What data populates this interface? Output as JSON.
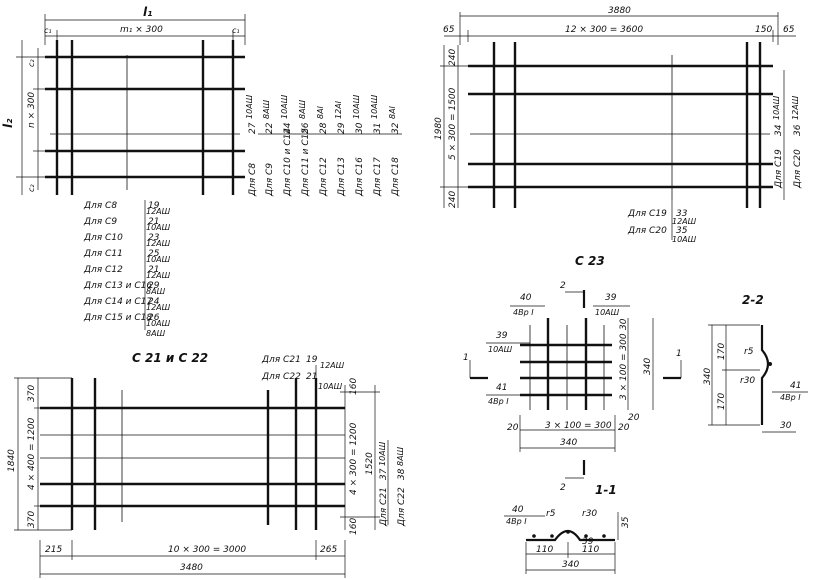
{
  "mesh_general": {
    "dims": {
      "l1": "l₁",
      "c1_left": "c₁",
      "c1_right": "c₁",
      "m1": "m₁ × 300",
      "l2": "l₂",
      "n300": "n × 300",
      "c2_top": "c₂",
      "c2_bot": "c₂"
    },
    "long_table": [
      {
        "label": "Для C8",
        "num": "19",
        "steel": "12AШ"
      },
      {
        "label": "Для C9",
        "num": "21",
        "steel": "10AШ"
      },
      {
        "label": "Для C10",
        "num": "23",
        "steel": "12AШ"
      },
      {
        "label": "Для C11",
        "num": "25",
        "steel": "10AШ"
      },
      {
        "label": "Для C12",
        "num": "21",
        "steel": "12AШ"
      },
      {
        "label": "Для C13 и C16",
        "num": "29",
        "steel": "8AШ"
      },
      {
        "label": "Для C14 и C17",
        "num": "24",
        "steel": "12AШ"
      },
      {
        "label": "Для C15 и C18",
        "num": "26",
        "steel": "10AШ"
      },
      {
        "label": "",
        "num": "",
        "steel": "8AШ"
      }
    ],
    "cross_table": [
      {
        "label": "Для C8",
        "num": "27",
        "steel": "10AШ"
      },
      {
        "label": "Для C9",
        "num": "22",
        "steel": "8AШ"
      },
      {
        "label": "Для C10 и C14",
        "num": "24",
        "steel": "10AШ"
      },
      {
        "label": "Для C11 и C15",
        "num": "26",
        "steel": "8AШ"
      },
      {
        "label": "Для C12",
        "num": "28",
        "steel": "8AІ"
      },
      {
        "label": "Для C13",
        "num": "29",
        "steel": "12AІ"
      },
      {
        "label": "Для C16",
        "num": "30",
        "steel": "10AШ"
      },
      {
        "label": "Для C17",
        "num": "31",
        "steel": "10AШ"
      },
      {
        "label": "Для C18",
        "num": "32",
        "steel": "8AІ"
      }
    ]
  },
  "mesh_c19_c20": {
    "dims": {
      "total": "3880",
      "left": "65",
      "right": "65",
      "spacing": "12 × 300 = 3600",
      "end": "150",
      "height": "1980",
      "top": "240",
      "bottom": "240",
      "mid": "5 × 300 = 1500"
    },
    "cross": [
      {
        "label": "Для C19",
        "num": "34",
        "steel": "10AШ"
      },
      {
        "label": "Для C20",
        "num": "36",
        "steel": "12AШ"
      }
    ],
    "long": [
      {
        "label": "Для C19",
        "num": "33",
        "steel": "12AШ"
      },
      {
        "label": "Для C20",
        "num": "35",
        "steel": "10AШ"
      }
    ]
  },
  "mesh_c21_c22": {
    "title": "C 21  и  C 22",
    "long": [
      {
        "label": "Для C21",
        "num": "19",
        "steel": "12AШ"
      },
      {
        "label": "Для C22",
        "num": "21",
        "steel": "10AШ"
      }
    ],
    "cross": [
      {
        "label": "Для C21",
        "num": "37",
        "steel": "10AШ"
      },
      {
        "label": "Для C22",
        "num": "38",
        "steel": "8AШ"
      }
    ],
    "dims": {
      "h_total": "1840",
      "h_top": "370",
      "h_bot": "370",
      "h_mid": "4 × 400 = 1200",
      "r_top": "160",
      "r_bot": "160",
      "r_mid": "4 × 300 = 1200",
      "r_total": "1520",
      "w_left": "215",
      "w_right": "265",
      "w_mid": "10 × 300 = 3000",
      "w_total": "3480"
    }
  },
  "mesh_c23": {
    "title": "C 23",
    "marks": {
      "a40": "40",
      "a40s": "4Вp I",
      "a39": "39",
      "a39s": "10AШ",
      "b39": "39",
      "b39s": "10AШ",
      "c41": "41",
      "c41s": "4Вp I"
    },
    "dims": {
      "d20a": "20",
      "d20b": "20",
      "d20c": "20",
      "d30": "30",
      "mid": "3 × 100 = 300",
      "d340": "340",
      "h3": "3 × 100 = 300",
      "h340": "340"
    },
    "cuts": {
      "c1a": "1",
      "c1b": "1",
      "c2a": "2",
      "c2b": "2"
    }
  },
  "section_22": {
    "title": "2-2",
    "dims": {
      "h340": "340",
      "h170a": "170",
      "h170b": "170",
      "r5": "r5",
      "r30": "r30",
      "m41": "41",
      "m41s": "4Вp I",
      "d30": "30"
    }
  },
  "section_11": {
    "title": "1-1",
    "dims": {
      "m40": "40",
      "m40s": "4Вp I",
      "r5": "r5",
      "r30": "r30",
      "d35": "35",
      "d110a": "110",
      "d110b": "110",
      "d39": "39",
      "d340": "340"
    }
  }
}
